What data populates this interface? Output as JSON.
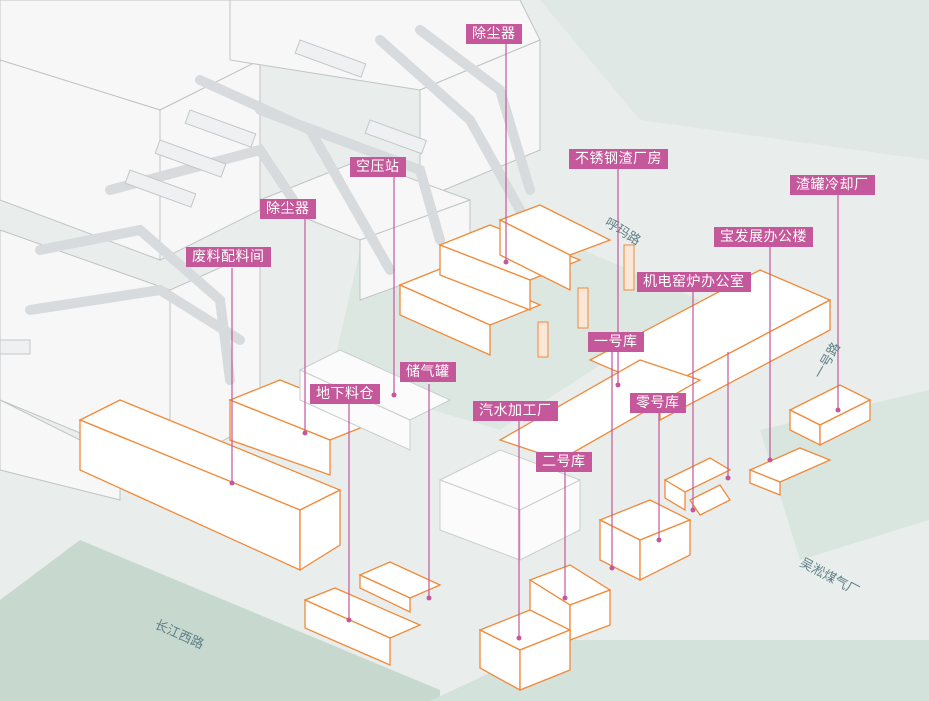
{
  "colors": {
    "background": "#e9eeec",
    "green_zone": "#c7d9cf",
    "building_white": "#f7f7f7",
    "building_outline": "#bfc3c5",
    "highlight_orange": "#f08a3a",
    "label_bg": "#c4589a",
    "road_text": "#5f7f86"
  },
  "labels": {
    "dust_collector_top": "除尘器",
    "stainless_slag_plant": "不锈钢渣厂房",
    "slag_tank_cooling": "渣罐冷却厂",
    "baofa_office": "宝发展办公楼",
    "air_compressor": "空压站",
    "dust_collector_mid": "除尘器",
    "waste_batching": "废料配料间",
    "electromech_office": "机电窑炉办公室",
    "warehouse_1": "一号库",
    "gas_tank": "储气罐",
    "underground_bin": "地下料仓",
    "warehouse_0": "零号库",
    "auto_workshop": "汽水加工厂",
    "warehouse_2": "二号库"
  },
  "roads": {
    "huma_road": "呼玛路",
    "yihao_road": "一号路",
    "wusong_gas_plant": "吴淞煤气厂",
    "changjiang_west_road": "长江西路"
  }
}
